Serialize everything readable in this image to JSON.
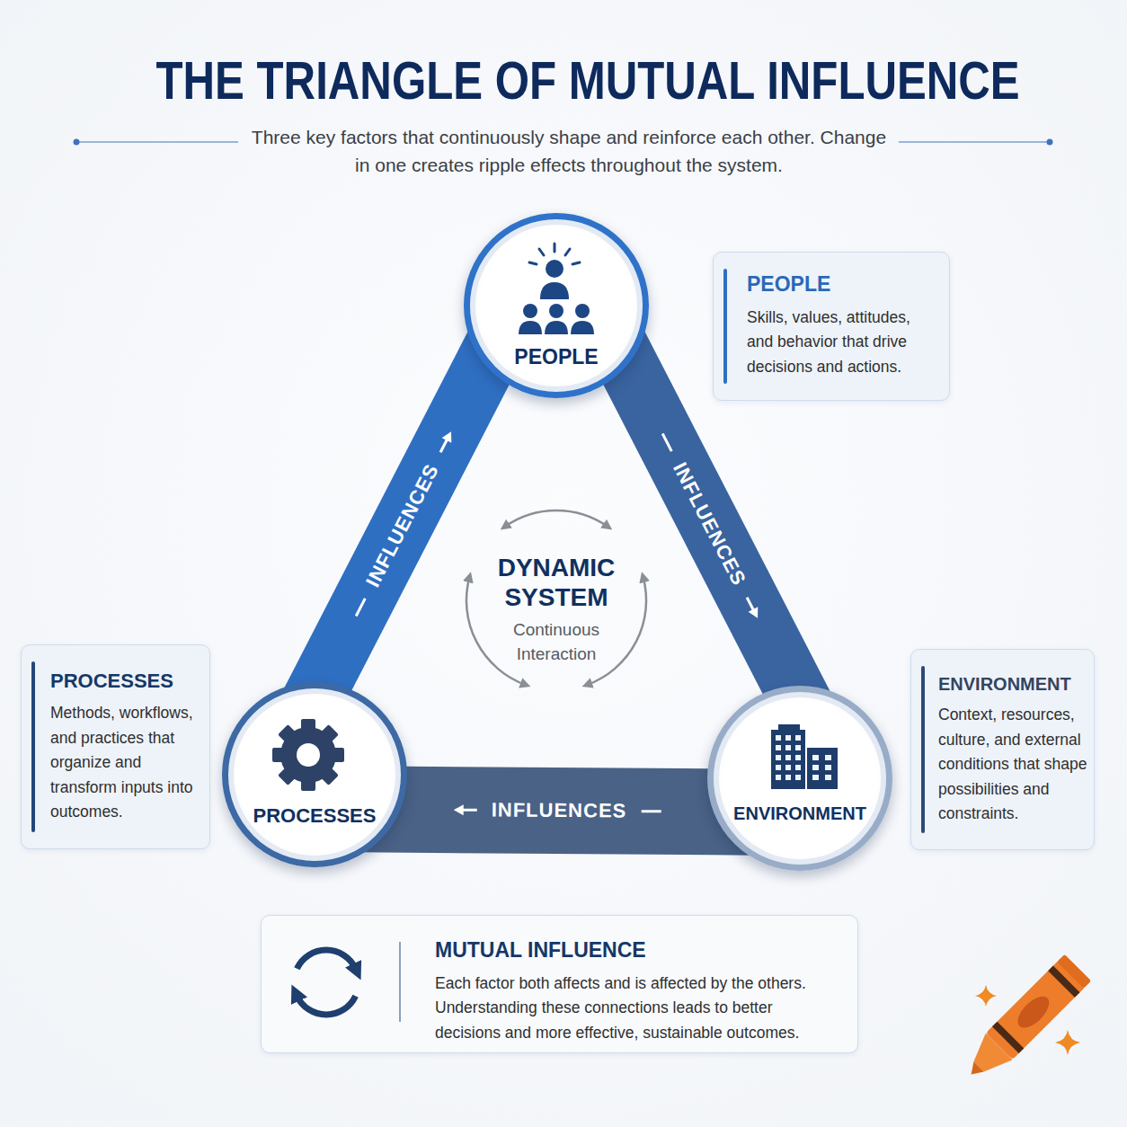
{
  "diagram": {
    "title": "THE TRIANGLE OF MUTUAL INFLUENCE",
    "caption": "Three key factors that continuously shape and reinforce each other. Change in one creates ripple effects throughout the system.",
    "nodes": [
      {
        "text": [
          "PEOPLE"
        ]
      },
      {
        "text": [
          "PEOPLE",
          "Skills, values, attitudes, and behavior that drive decisions and actions."
        ]
      },
      {
        "text": [
          "PROCESSES",
          "Methods, workflows, and practices that organize and transform inputs into outcomes."
        ]
      },
      {
        "text": [
          "PROCESSES"
        ]
      },
      {
        "text": [
          "ENVIRONMENT"
        ]
      },
      {
        "text": [
          "ENVIRONMENT",
          "Context, resources, culture, and external conditions that shape possibilities and constraints."
        ]
      },
      {
        "text": [
          "MUTUAL INFLUENCE",
          "Each factor both affects and is affected by the others. Understanding these connections leads to better decisions and more effective, sustainable outcomes."
        ]
      }
    ],
    "edges": [
      {
        "from": 3,
        "to": 0,
        "label": "INFLUENCES",
        "arrow": "to"
      },
      {
        "from": 0,
        "to": 4,
        "label": "INFLUENCES",
        "arrow": "to"
      },
      {
        "from": 4,
        "to": 3,
        "label": "INFLUENCES",
        "arrow": "to"
      }
    ],
    "labels": [
      "DYNAMIC SYSTEM",
      "Continuous Interaction"
    ]
  }
}
